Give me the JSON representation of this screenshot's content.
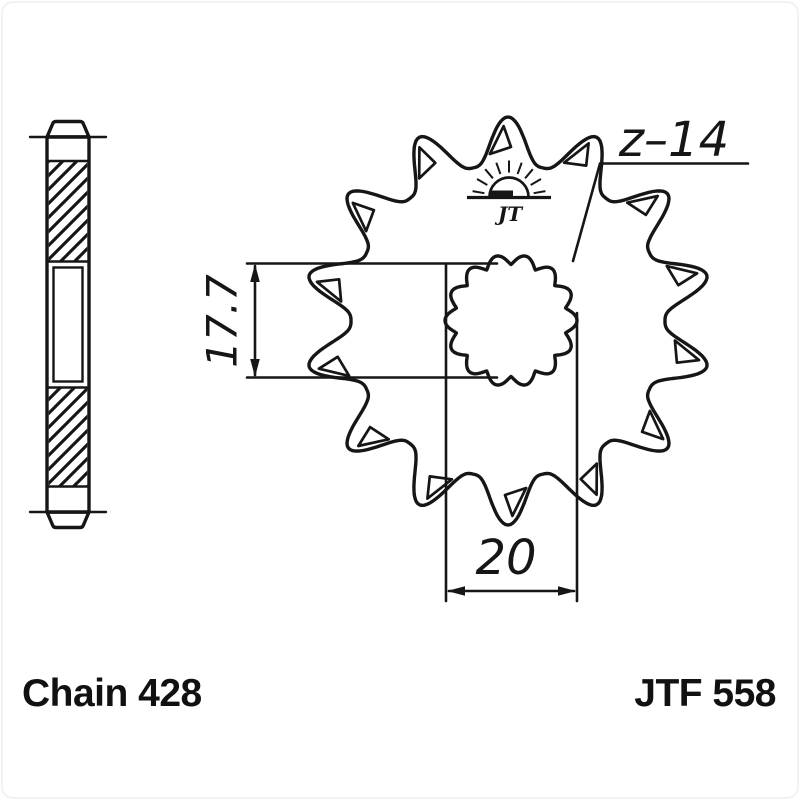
{
  "page": {
    "background": "#ffffff",
    "line_color": "#161616",
    "border_color": "#f2f2f2"
  },
  "drawing": {
    "teeth_count": 14,
    "teeth_label": "z–14",
    "bore_minor_dim": "17.7",
    "bore_major_dim": "20",
    "logo_text": "JT"
  },
  "footer": {
    "chain_label": "Chain 428",
    "part_number": "JTF 558"
  }
}
